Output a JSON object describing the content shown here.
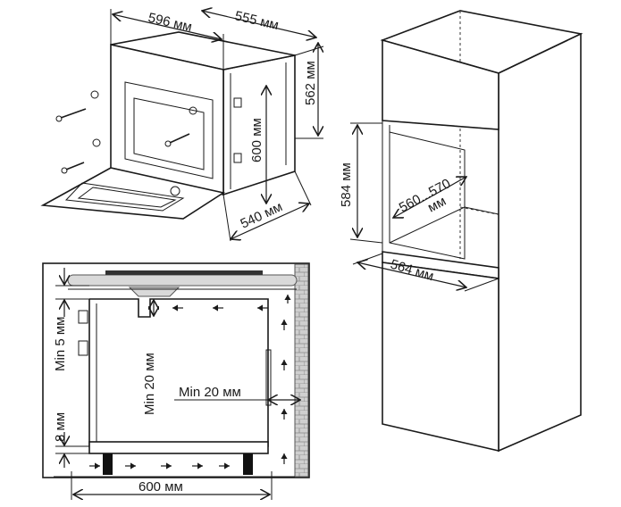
{
  "oven_dimensions": {
    "width": "596 мм",
    "depth": "555 мм",
    "height": "562 мм",
    "front_height": "600 мм",
    "body_depth": "540 мм"
  },
  "cabinet_dimensions": {
    "niche_height": "584 мм",
    "niche_width_range": "560...570",
    "niche_width_unit": "мм",
    "shelf_depth": "564 мм"
  },
  "section_view": {
    "top_gap": "Min 5 мм",
    "back_gap_vertical": "Min 20 мм",
    "back_gap_horizontal": "Min 20 мм",
    "bottom_gap": "8 мм",
    "width": "600 мм"
  }
}
